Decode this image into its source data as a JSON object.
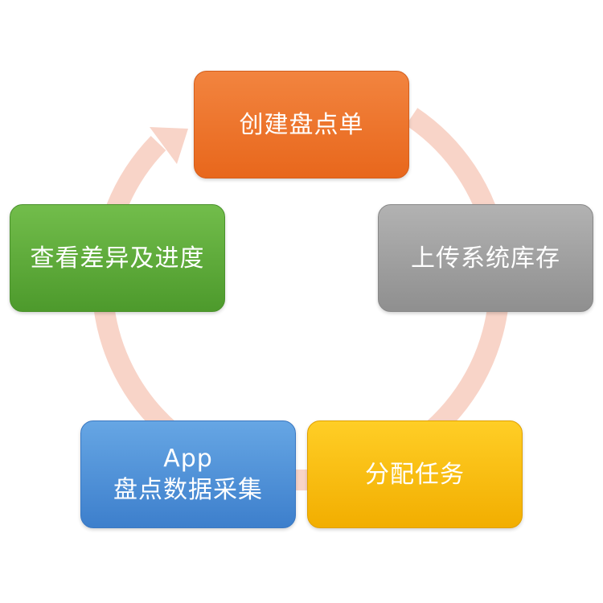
{
  "diagram": {
    "nodes": [
      {
        "id": "create",
        "lines": [
          "创建盘点单"
        ],
        "color": "#ed7325"
      },
      {
        "id": "upload",
        "lines": [
          "上传系统库存"
        ],
        "color": "#a0a0a0"
      },
      {
        "id": "assign",
        "lines": [
          "分配任务"
        ],
        "color": "#fabd00"
      },
      {
        "id": "collect",
        "lines": [
          "App",
          "盘点数据采集"
        ],
        "color": "#4f8fd6"
      },
      {
        "id": "review",
        "lines": [
          "查看差异及进度"
        ],
        "color": "#5fab3b"
      }
    ],
    "cycle_arrow_color": "#f8d4c8"
  }
}
